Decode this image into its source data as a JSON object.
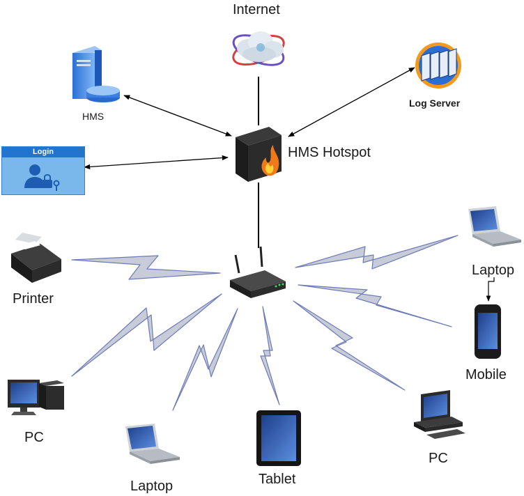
{
  "nodes": {
    "internet": "Internet",
    "hms": "HMS",
    "log_server": "Log Server",
    "login": "Login",
    "hotspot": "HMS Hotspot",
    "printer": "Printer",
    "laptop_right": "Laptop",
    "mobile": "Mobile",
    "pc_left": "PC",
    "laptop_bottom": "Laptop",
    "tablet": "Tablet",
    "pc_right": "PC"
  },
  "colors": {
    "link_fill": "#c8ccd8",
    "link_stroke": "#6c7ab6",
    "edge": "#000000",
    "login_header": "#2374cd",
    "login_body": "#7ab7ea"
  }
}
